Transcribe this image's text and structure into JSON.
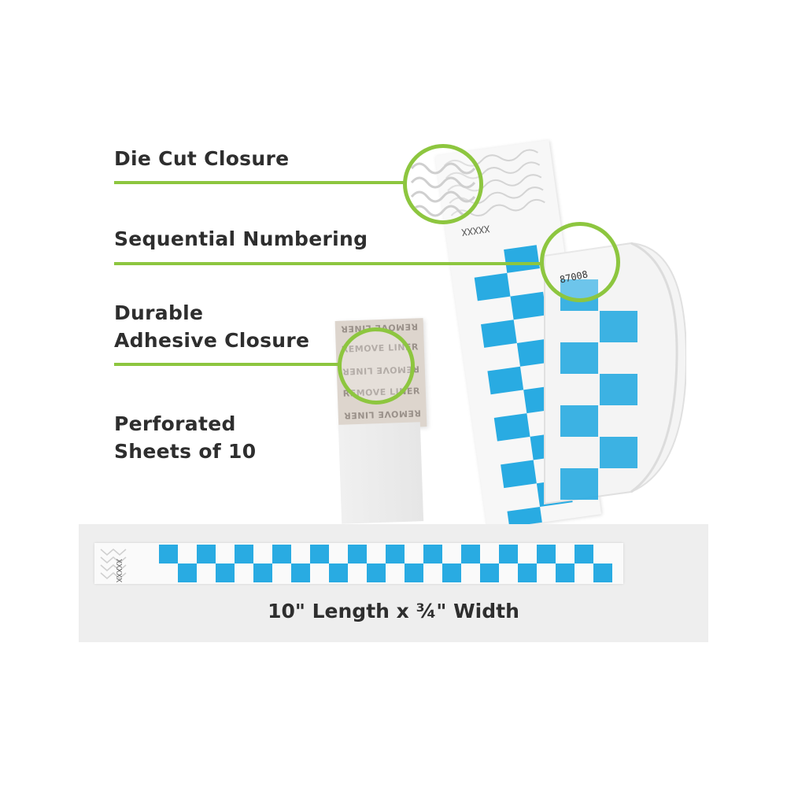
{
  "features": [
    {
      "label": "Die Cut Closure"
    },
    {
      "label": "Sequential Numbering"
    },
    {
      "label": "Durable\nAdhesive Closure"
    },
    {
      "label": "Perforated\nSheets of 10"
    }
  ],
  "band": {
    "serial_number": "87008",
    "number_placeholder": "XXXXX",
    "liner_text": "REMOVE LINER"
  },
  "dimensions": {
    "label": "10\" Length x ¾\" Width"
  },
  "colors": {
    "accent_green": "#8dc63f",
    "check_blue": "#29abe2",
    "text_dark": "#2e2e2e",
    "panel_gray": "#eeeeee"
  }
}
